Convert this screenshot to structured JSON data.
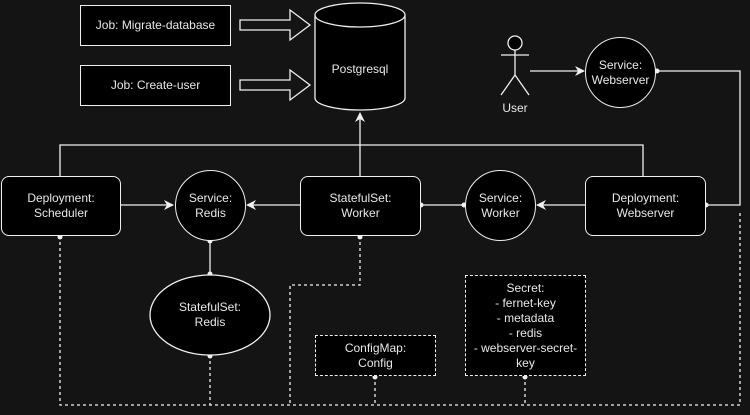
{
  "diagram": {
    "background": "#141414",
    "line_color": "#f0f0f0",
    "node_fill": "#000000",
    "nodes": {
      "job_migrate": "Job: Migrate-database",
      "job_create_user": "Job: Create-user",
      "postgresql": "Postgresql",
      "user": "User",
      "service_webserver": "Service:\nWebserver",
      "deployment_scheduler": "Deployment:\nScheduler",
      "service_redis": "Service:\nRedis",
      "statefulset_worker": "StatefulSet:\nWorker",
      "service_worker": "Service:\nWorker",
      "deployment_webserver": "Deployment:\nWebserver",
      "statefulset_redis": "StatefulSet:\nRedis",
      "configmap": "ConfigMap:\nConfig",
      "secret": "Secret:\n- fernet-key\n- metadata\n- redis\n- webserver-secret-\nkey"
    },
    "edges": [
      {
        "from": "Job: Migrate-database",
        "to": "Postgresql",
        "style": "block-arrow"
      },
      {
        "from": "Job: Create-user",
        "to": "Postgresql",
        "style": "block-arrow"
      },
      {
        "from": "User",
        "to": "Service: Webserver",
        "style": "solid-arrow"
      },
      {
        "from": "Service: Webserver",
        "to": "Deployment: Webserver",
        "style": "solid"
      },
      {
        "from": "Deployment: Webserver",
        "to": "Service: Worker",
        "style": "solid-arrow"
      },
      {
        "from": "Service: Worker",
        "to": "StatefulSet: Worker",
        "style": "solid"
      },
      {
        "from": "StatefulSet: Worker",
        "to": "Service: Redis",
        "style": "solid-arrow"
      },
      {
        "from": "Deployment: Scheduler",
        "to": "Service: Redis",
        "style": "solid-arrow"
      },
      {
        "from": "Service: Redis",
        "to": "StatefulSet: Redis",
        "style": "solid"
      },
      {
        "from": "StatefulSet: Worker",
        "to": "Postgresql",
        "style": "solid-arrow"
      },
      {
        "from": "Deployment: Scheduler",
        "to": "Postgresql",
        "style": "solid"
      },
      {
        "from": "Deployment: Webserver",
        "to": "Postgresql",
        "style": "solid"
      },
      {
        "from": "ConfigMap: Config",
        "to": "bus",
        "style": "dashed"
      },
      {
        "from": "Secret",
        "to": "bus",
        "style": "dashed"
      }
    ]
  }
}
